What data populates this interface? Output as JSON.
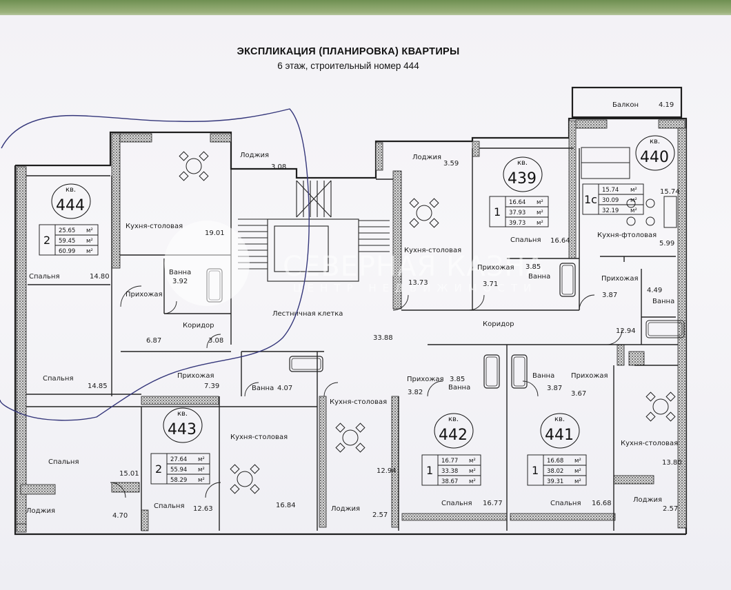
{
  "title": "ЭКСПЛИКАЦИЯ (ПЛАНИРОВКА) КВАРТИРЫ",
  "subtitle": "6 этаж, строительный номер 444",
  "watermark": {
    "name": "СЕВЕРНАЯ КАЗНА",
    "tagline": "ЦЕНТР НЕДВИЖИМОСТИ"
  },
  "kv_label": "кв.",
  "unit_m2": "м²",
  "colors": {
    "ink": "#1a1a1a",
    "pen": "#3a3a8a",
    "paper": "#f4f3f7",
    "frame": "#7d9a5d"
  },
  "apartments": [
    {
      "number": "444",
      "rooms": "2",
      "areas": [
        "25.65",
        "59.45",
        "60.99"
      ]
    },
    {
      "number": "443",
      "rooms": "2",
      "areas": [
        "27.64",
        "55.94",
        "58.29"
      ]
    },
    {
      "number": "442",
      "rooms": "1",
      "areas": [
        "16.77",
        "33.38",
        "38.67"
      ]
    },
    {
      "number": "441",
      "rooms": "1",
      "areas": [
        "16.68",
        "38.02",
        "39.31"
      ]
    },
    {
      "number": "439",
      "rooms": "1",
      "areas": [
        "16.64",
        "37.93",
        "39.73"
      ]
    },
    {
      "number": "440",
      "rooms": "1с",
      "areas": [
        "15.74",
        "30.09",
        "32.19"
      ]
    }
  ],
  "rooms": [
    {
      "name": "Лоджия",
      "area": "3.08"
    },
    {
      "name": "Кухня-столовая",
      "area": "19.01"
    },
    {
      "name": "Спальня",
      "area": "14.80"
    },
    {
      "name": "Ванна",
      "area": "3.92"
    },
    {
      "name": "Прихожая",
      "area": "6.87"
    },
    {
      "name": "Коридор",
      "area": "3.08"
    },
    {
      "name": "Спальня",
      "area": "14.85"
    },
    {
      "name": "Лестничная клетка",
      "area": "33.88"
    },
    {
      "name": "Прихожая",
      "area": "7.39"
    },
    {
      "name": "Ванна",
      "area": "4.07"
    },
    {
      "name": "Спальня",
      "area": "15.01"
    },
    {
      "name": "Лоджия",
      "area": "4.70"
    },
    {
      "name": "Спальня",
      "area": "12.63"
    },
    {
      "name": "Кухня-столовая",
      "area": "16.84"
    },
    {
      "name": "Кухня-столовая",
      "area": "12.94"
    },
    {
      "name": "Лоджия",
      "area": "2.57"
    },
    {
      "name": "Прихожая",
      "area": "3.82"
    },
    {
      "name": "Ванна",
      "area": "3.85"
    },
    {
      "name": "Спальня",
      "area": "16.77"
    },
    {
      "name": "Ванна",
      "area": "3.87"
    },
    {
      "name": "Прихожая",
      "area": "3.67"
    },
    {
      "name": "Спальня",
      "area": "16.68"
    },
    {
      "name": "Кухня-столовая",
      "area": "13.80"
    },
    {
      "name": "Лоджия",
      "area": "2.57"
    },
    {
      "name": "Лоджия",
      "area": "3.59"
    },
    {
      "name": "Кухня-столовая",
      "area": "13.73"
    },
    {
      "name": "Прихожая",
      "area": "3.71"
    },
    {
      "name": "Ванна",
      "area": "3.85"
    },
    {
      "name": "Спальня",
      "area": "16.64"
    },
    {
      "name": "Коридор",
      "area": ""
    },
    {
      "name": "Балкон",
      "area": "4.19"
    },
    {
      "name": "Кухня-фтоловая",
      "area": "5.99"
    },
    {
      "name": "Прихожая",
      "area": "3.87"
    },
    {
      "name": "Ванна",
      "area": "4.49"
    },
    {
      "name": "",
      "area": "12.94"
    },
    {
      "name": "",
      "area": "15.74"
    }
  ]
}
